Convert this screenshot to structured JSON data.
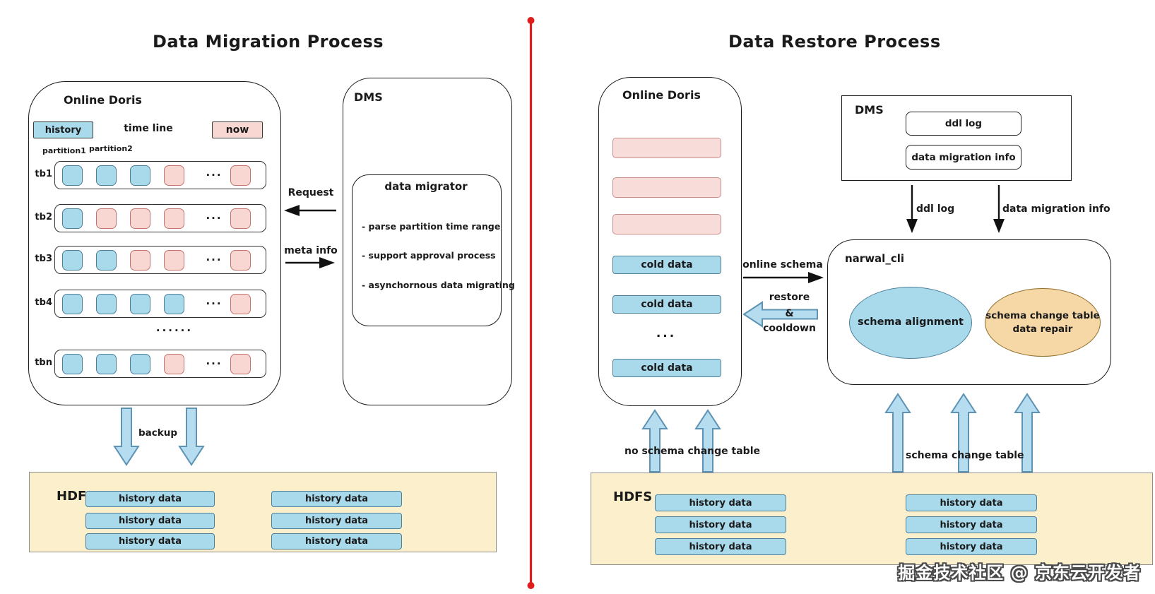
{
  "colors": {
    "blue_fill": "#A9DAEC",
    "blue_border": "#4D7F99",
    "pink_fill": "#F8D6D2",
    "pink_border": "#C4736E",
    "pink_bar_fill": "#F8DCD9",
    "pink_bar_border": "#C98F8A",
    "yellow_fill": "#FBF0CB",
    "yellow_border": "#8F8F8F",
    "orange_fill": "#F6D8A6",
    "orange_border": "#8F6D2A",
    "arrow_fill": "#B5DCEF",
    "arrow_border": "#5E93B3",
    "divider_red": "#E01D1D",
    "ink": "#1A1A1A"
  },
  "watermark": "掘金技术社区 @ 京东云开发者",
  "migration": {
    "title": "Data Migration Process",
    "doris": {
      "label": "Online Doris",
      "history_label": "history",
      "timeline_label": "time line",
      "now_label": "now",
      "partition1_label": "partition1",
      "partition2_label": "partition2",
      "cell_dots": "...",
      "row_dots": "......",
      "tables": [
        {
          "name": "tb1",
          "cells": [
            "blue",
            "blue",
            "blue",
            "pink",
            "pink"
          ]
        },
        {
          "name": "tb2",
          "cells": [
            "blue",
            "pink",
            "pink",
            "pink",
            "pink"
          ]
        },
        {
          "name": "tb3",
          "cells": [
            "blue",
            "blue",
            "pink",
            "pink",
            "pink"
          ]
        },
        {
          "name": "tb4",
          "cells": [
            "blue",
            "blue",
            "blue",
            "blue",
            "pink"
          ]
        },
        {
          "name": "tbn",
          "cells": [
            "blue",
            "blue",
            "blue",
            "pink",
            "pink"
          ]
        }
      ]
    },
    "request_label": "Request",
    "meta_info_label": "meta info",
    "dms": {
      "label": "DMS",
      "migrator_title": "data migrator",
      "bullet1": "- parse partition time range",
      "bullet2": "- support approval process",
      "bullet3": "- asynchornous data migrating"
    },
    "backup_label": "backup",
    "hdfs": {
      "label": "HDFS",
      "chip": "history data"
    }
  },
  "restore": {
    "title": "Data Restore Process",
    "doris": {
      "label": "Online Doris",
      "cold_chip": "cold data",
      "dots": "..."
    },
    "dms": {
      "label": "DMS",
      "item1": "ddl log",
      "item2": "data migration info"
    },
    "arrows": {
      "ddl_log": "ddl log",
      "data_migration_info": "data migration info",
      "online_schema": "online schema",
      "restore_line1": "restore",
      "restore_line2": "&",
      "restore_line3": "cooldown",
      "no_schema_change": "no schema change table",
      "schema_change": "schema change table"
    },
    "narwal": {
      "label": "narwal_cli",
      "blue_ellipse": "schema alignment",
      "orange_ellipse_line1": "schema change table",
      "orange_ellipse_line2": "data repair"
    },
    "hdfs": {
      "label": "HDFS",
      "chip": "history data"
    }
  }
}
